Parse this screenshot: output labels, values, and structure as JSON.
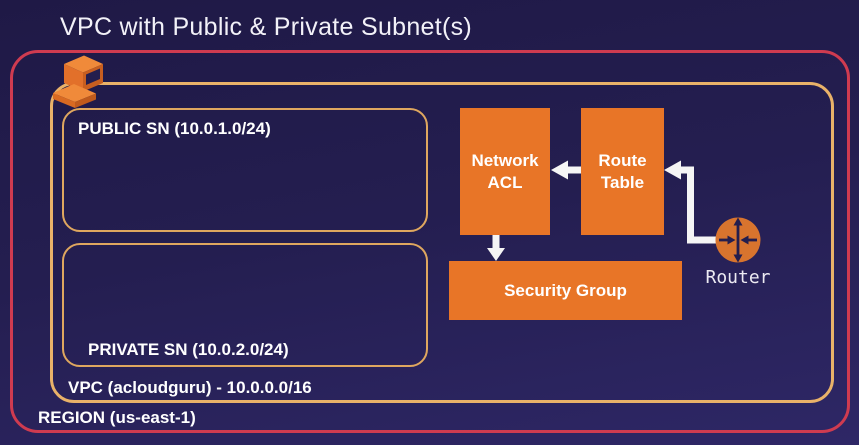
{
  "title": "VPC with Public & Private Subnet(s)",
  "region": {
    "label": "REGION (us-east-1)"
  },
  "vpc": {
    "label": "VPC (acloudguru) - 10.0.0.0/16"
  },
  "subnets": {
    "public": {
      "label": "PUBLIC SN (10.0.1.0/24)"
    },
    "private": {
      "label": "PRIVATE SN (10.0.2.0/24)"
    }
  },
  "components": {
    "network_acl": {
      "label": "Network ACL"
    },
    "route_table": {
      "label": "Route Table"
    },
    "security_group": {
      "label": "Security Group"
    },
    "router": {
      "label": "Router"
    }
  },
  "icons": {
    "vpc_icon": "aws-vpc-icon",
    "router_icon": "aws-router-icon"
  },
  "colors": {
    "background_top": "#1f1946",
    "background_bottom": "#2e2766",
    "region_border": "#cf3b50",
    "vpc_border": "#e9b269",
    "subnet_border": "#dfa75f",
    "component_fill": "#e87527",
    "router_fill": "#d8742e",
    "arrow": "#f5f5f5",
    "text": "#ffffff",
    "icon_detail": "#241e4e"
  }
}
